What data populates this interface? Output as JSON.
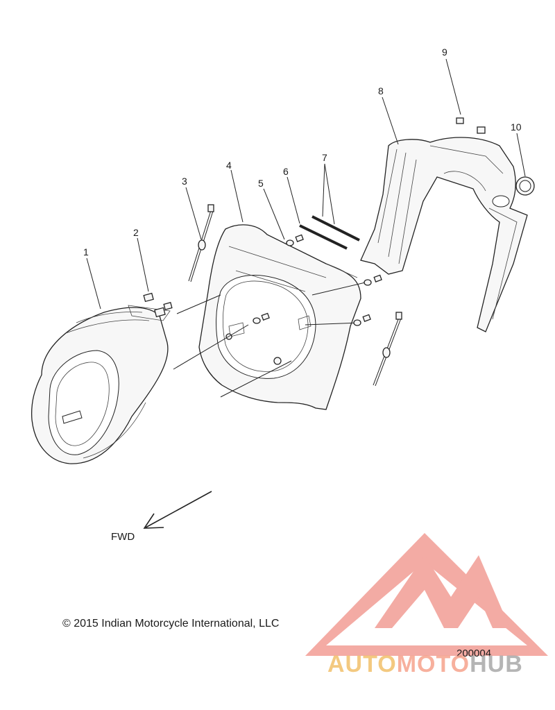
{
  "callouts": [
    "1",
    "2",
    "3",
    "4",
    "5",
    "6",
    "7",
    "8",
    "9",
    "10"
  ],
  "direction_label": "FWD",
  "copyright": "© 2015 Indian Motorcycle International, LLC",
  "diagram_number": "200004",
  "watermark": {
    "part1": "AUTO",
    "part2": "MOTO",
    "part3": "HUB",
    "colors": {
      "triangle": "#f08f86",
      "auto": "#f2c06a",
      "moto": "#f6a38c",
      "hub": "#a9a9a9"
    }
  }
}
